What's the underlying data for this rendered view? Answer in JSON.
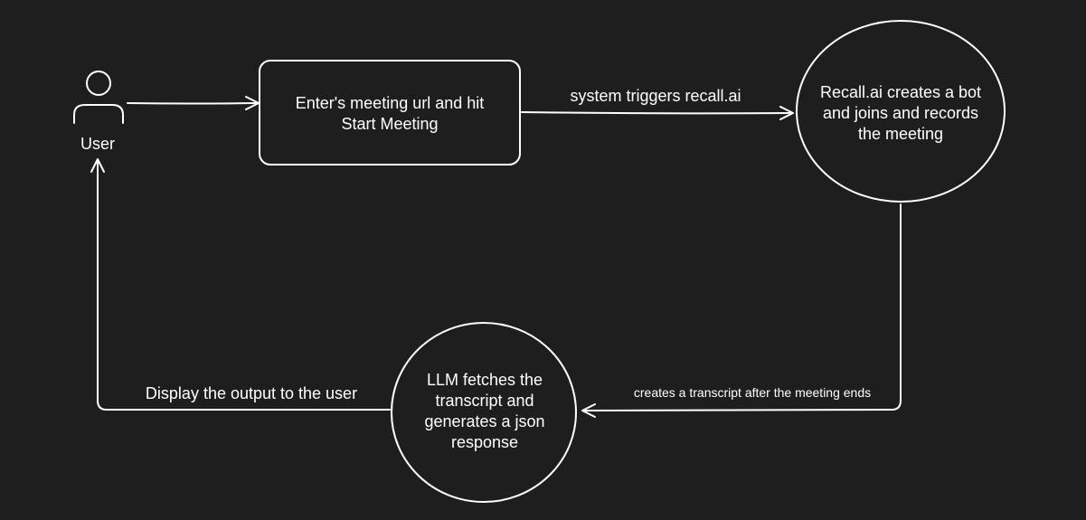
{
  "colors": {
    "background": "#1e1e1e",
    "stroke": "#ffffff",
    "text": "#ffffff"
  },
  "actor": {
    "icon": "user-icon",
    "label": "User"
  },
  "nodes": {
    "enter_url": {
      "line1": "Enter's meeting url and hit",
      "line2": "Start Meeting"
    },
    "recall_bot": {
      "line1": "Recall.ai creates a bot",
      "line2": "and joins and records",
      "line3": "the meeting"
    },
    "llm": {
      "line1": "LLM fetches the",
      "line2": "transcript and",
      "line3": "generates a json",
      "line4": "response"
    }
  },
  "edges": {
    "triggers_label": "system triggers recall.ai",
    "transcript_label": "creates a transcript after the meeting ends",
    "display_label": "Display the output to the user"
  }
}
